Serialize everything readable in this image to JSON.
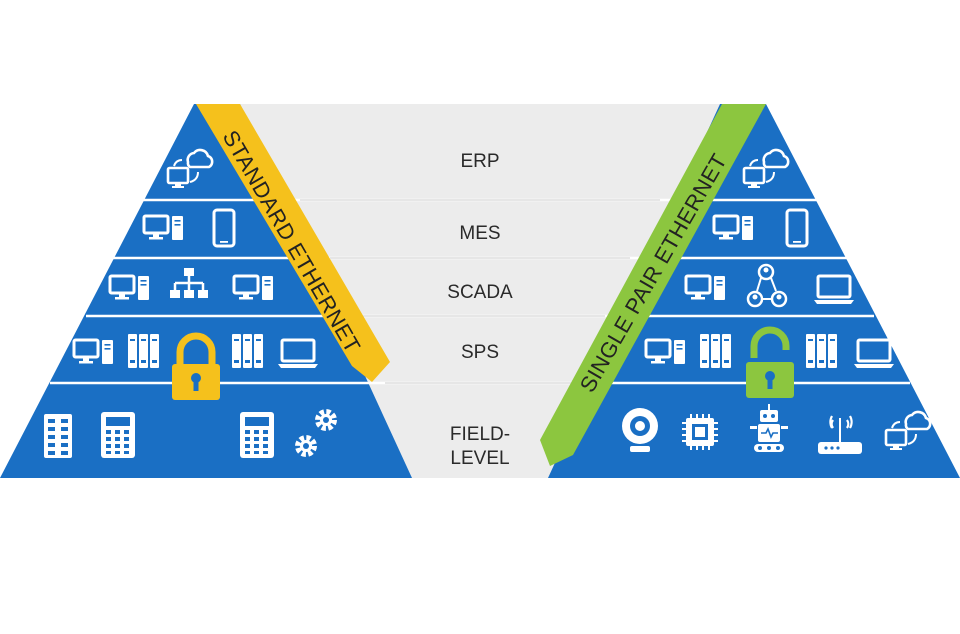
{
  "colors": {
    "pyramid_blue": "#1a6fc4",
    "pyramid_border": "#ffffff",
    "center_bg": "#ececec",
    "standard_band": "#f5c11c",
    "spe_band": "#8cc63f",
    "lock_yellow": "#f5c11c",
    "lock_green": "#8cc63f",
    "icon_white": "#ffffff"
  },
  "levels": [
    {
      "label": "ERP"
    },
    {
      "label": "MES"
    },
    {
      "label": "SCADA"
    },
    {
      "label": "SPS"
    },
    {
      "label_line1": "FIELD-",
      "label_line2": "LEVEL"
    }
  ],
  "bands": {
    "standard": "STANDARD ETHERNET",
    "single_pair": "SINGLE PAIR ETHERNET"
  },
  "left_icons": [
    "cloud-computer-icon",
    "desktop-computer-icon",
    "smartphone-icon",
    "desktop-computer-icon",
    "network-hierarchy-icon",
    "desktop-computer-icon",
    "desktop-computer-icon",
    "plc-module-icon",
    "plc-module-icon",
    "laptop-icon",
    "io-module-icon",
    "calculator-icon",
    "calculator-icon",
    "gears-icon",
    "padlock-closed-icon"
  ],
  "right_icons": [
    "cloud-computer-icon",
    "desktop-computer-icon",
    "smartphone-icon",
    "desktop-computer-icon",
    "people-network-icon",
    "laptop-icon",
    "desktop-computer-icon",
    "plc-module-icon",
    "plc-module-icon",
    "laptop-icon",
    "webcam-icon",
    "chip-icon",
    "robot-icon",
    "wifi-router-icon",
    "cloud-computer-icon",
    "padlock-open-icon"
  ]
}
